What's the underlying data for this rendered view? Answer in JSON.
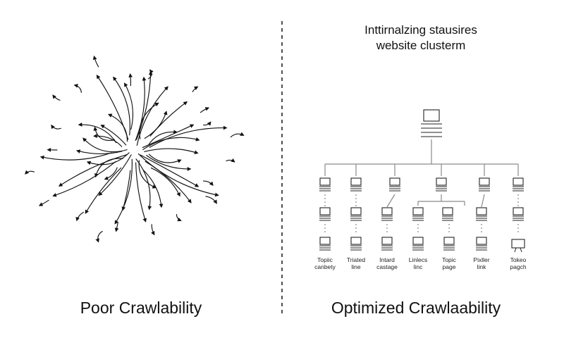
{
  "left_caption": "Poor Crawlability",
  "right_caption": "Optimized Crawlaability",
  "right_title": {
    "line1": "Inttirnalzing stausires",
    "line2": "website clusterm"
  },
  "node_labels": [
    {
      "line1": "Topiic",
      "line2": "canbety"
    },
    {
      "line1": "Triated",
      "line2": "line"
    },
    {
      "line1": "Intard",
      "line2": "castage"
    },
    {
      "line1": "Linlecs",
      "line2": "linc"
    },
    {
      "line1": "Topic",
      "line2": "page"
    },
    {
      "line1": "Pixller",
      "line2": "link"
    },
    {
      "line1": "Tokeo",
      "line2": "pagch"
    }
  ],
  "icons": {
    "root": "webpage-icon",
    "node": "document-icon",
    "last_bottom": "presentation-icon"
  }
}
